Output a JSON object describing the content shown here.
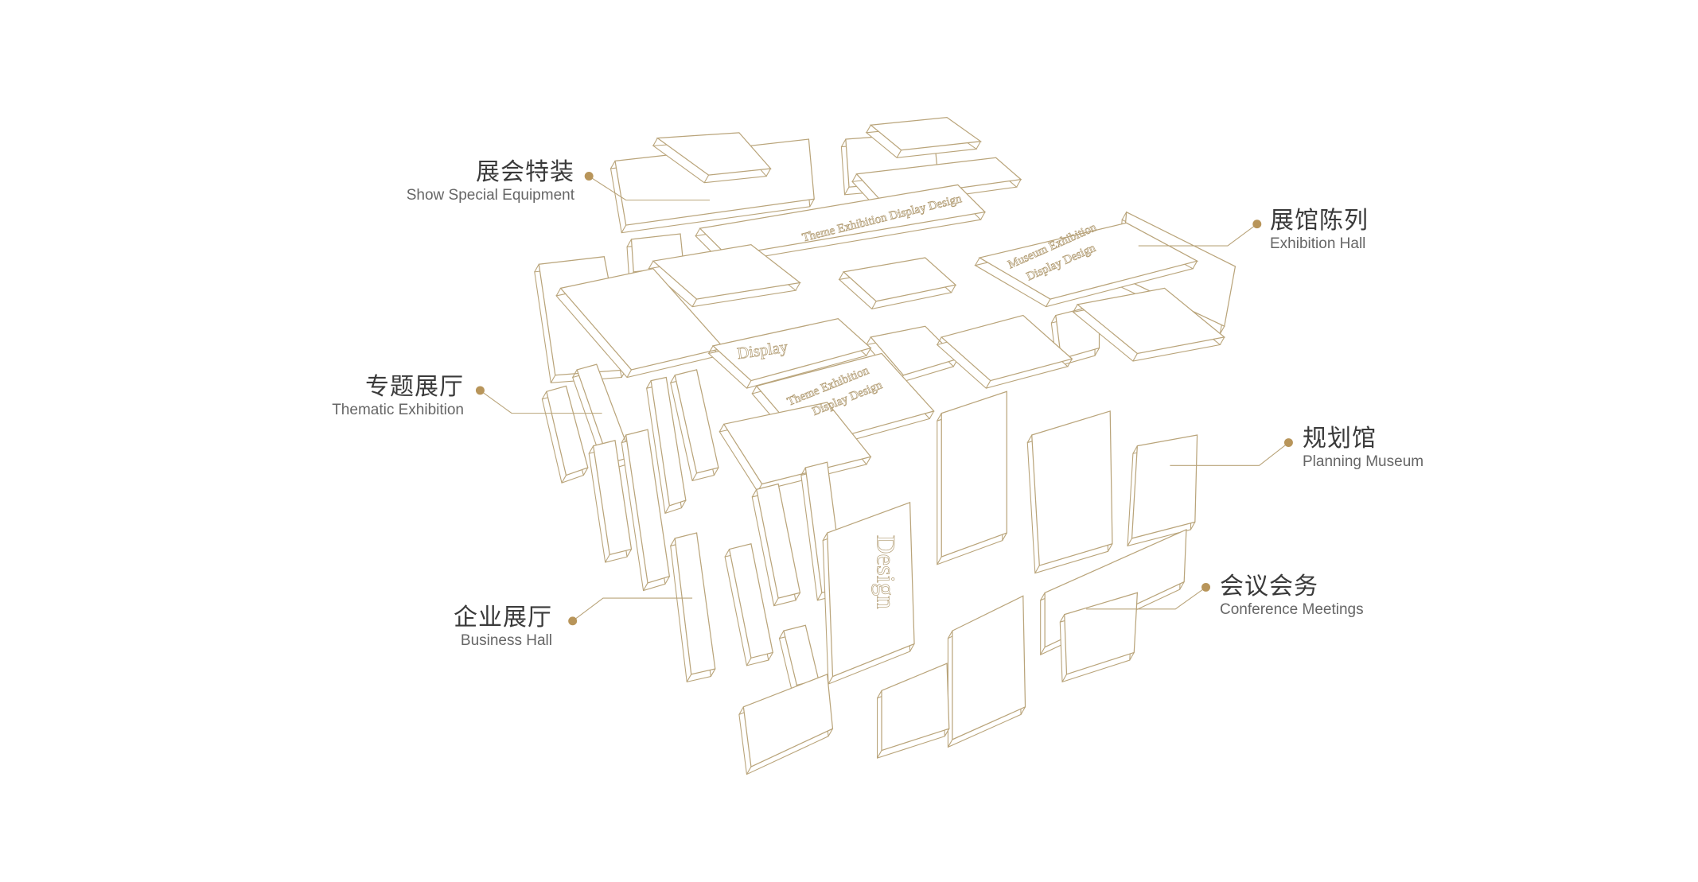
{
  "colors": {
    "line": "#b9a47a",
    "dot": "#b8955a",
    "text": "#3a3a3a"
  },
  "labels": [
    {
      "id": "show-special-equipment",
      "zh": "展会特装",
      "en": "Show Special Equipment"
    },
    {
      "id": "exhibition-hall",
      "zh": "展馆陈列",
      "en": "Exhibition Hall"
    },
    {
      "id": "thematic-exhibition",
      "zh": "专题展厅",
      "en": "Thematic Exhibition"
    },
    {
      "id": "planning-museum",
      "zh": "规划馆",
      "en": "Planning Museum"
    },
    {
      "id": "business-hall",
      "zh": "企业展厅",
      "en": "Business Hall"
    },
    {
      "id": "conference-meetings",
      "zh": "会议会务",
      "en": "Conference Meetings"
    }
  ],
  "slab_text": {
    "theme_top": "Theme Exhibition Display Design",
    "museum_1": "Museum Exhibition",
    "museum_2": "Display Design",
    "display": "Display",
    "theme_2a": "Theme Exhibition",
    "theme_2b": "Display Design",
    "design": "Design"
  }
}
